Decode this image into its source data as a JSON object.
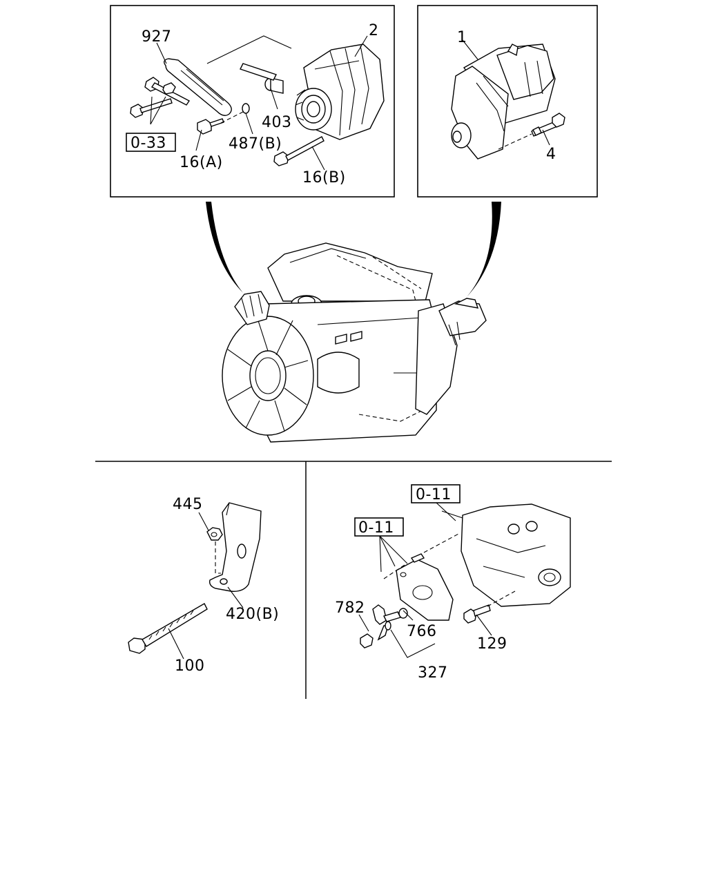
{
  "labels": {
    "l927": "927",
    "l2": "2",
    "l403": "403",
    "l487b": "487(B)",
    "l033": "0-33",
    "l16a": "16(A)",
    "l16b": "16(B)",
    "l1": "1",
    "l4": "4",
    "l445": "445",
    "l420b": "420(B)",
    "l100": "100",
    "l011a": "0-11",
    "l011b": "0-11",
    "l782": "782",
    "l766": "766",
    "l129": "129",
    "l327": "327"
  }
}
